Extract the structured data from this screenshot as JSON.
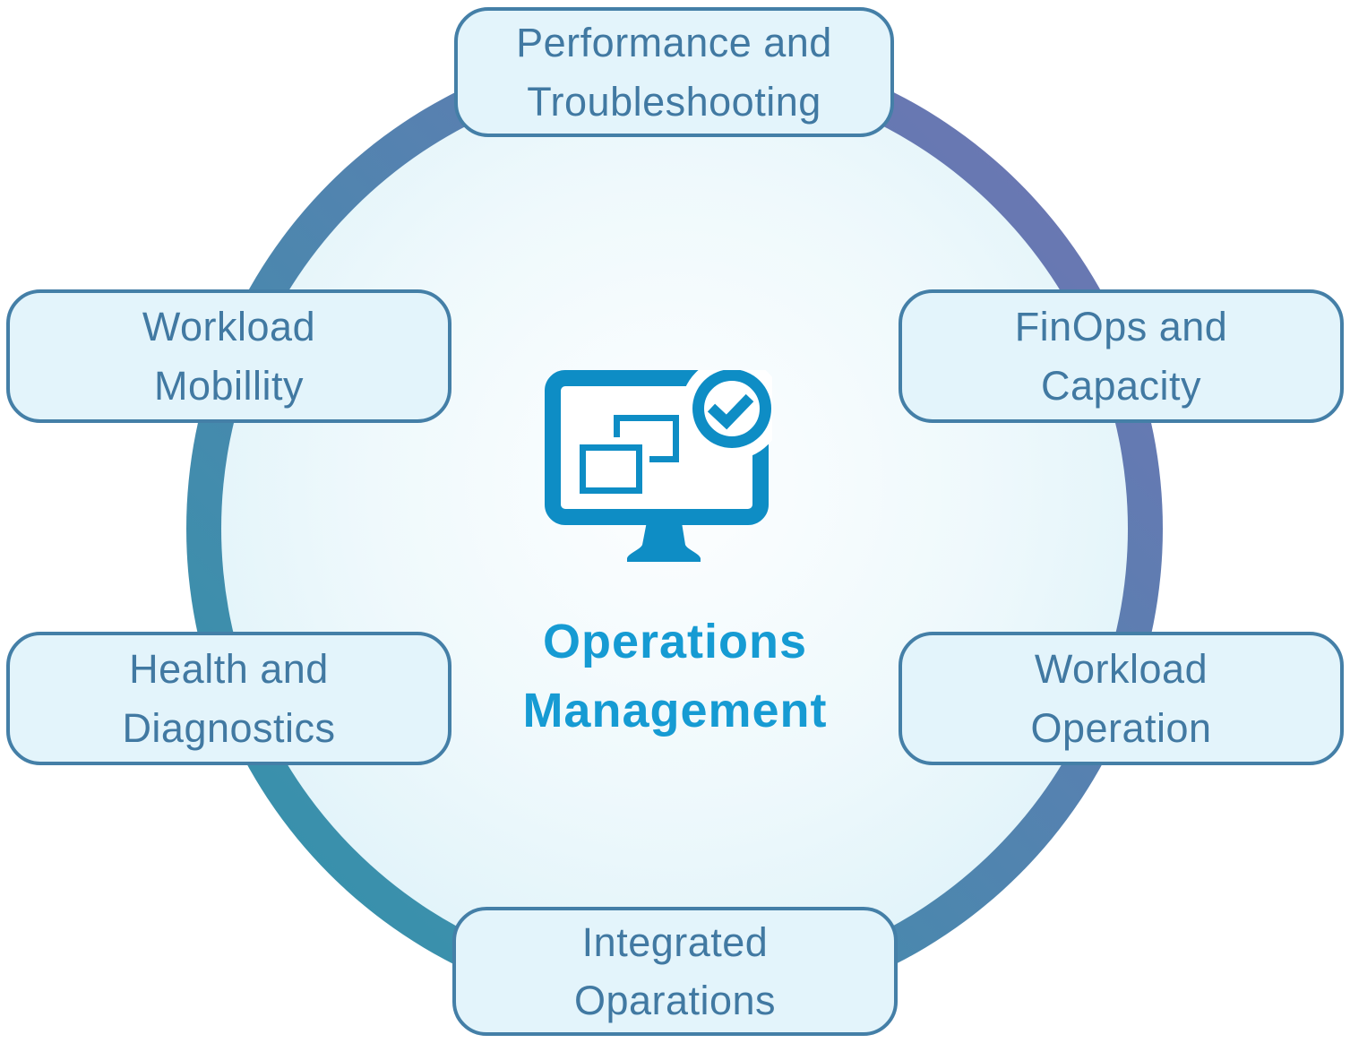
{
  "title": {
    "text": "Operations\nManagement"
  },
  "center_icon": "monitor-check-icon",
  "nodes": [
    {
      "id": "performance-troubleshooting",
      "label": "Performance and\nTroubleshooting",
      "position": "top"
    },
    {
      "id": "finops-capacity",
      "label": "FinOps and\nCapacity",
      "position": "upper-right"
    },
    {
      "id": "workload-operation",
      "label": "Workload\nOperation",
      "position": "lower-right"
    },
    {
      "id": "integrated-oparations",
      "label": "Integrated\nOparations",
      "position": "bottom"
    },
    {
      "id": "health-diagnostics",
      "label": "Health and\nDiagnostics",
      "position": "lower-left"
    },
    {
      "id": "workload-mobillity",
      "label": "Workload\nMobillity",
      "position": "upper-left"
    }
  ],
  "colors": {
    "ring-teal": "#2F96AA",
    "ring-purple": "#7372B4",
    "disc-center": "#FDFEFF",
    "disc-edge": "#D6EFF7",
    "box-fill": "#E3F4FB",
    "box-border": "#447FA7",
    "box-text": "#4179A2",
    "icon-blue": "#0E8DC5",
    "title-blue": "#169BD3"
  }
}
